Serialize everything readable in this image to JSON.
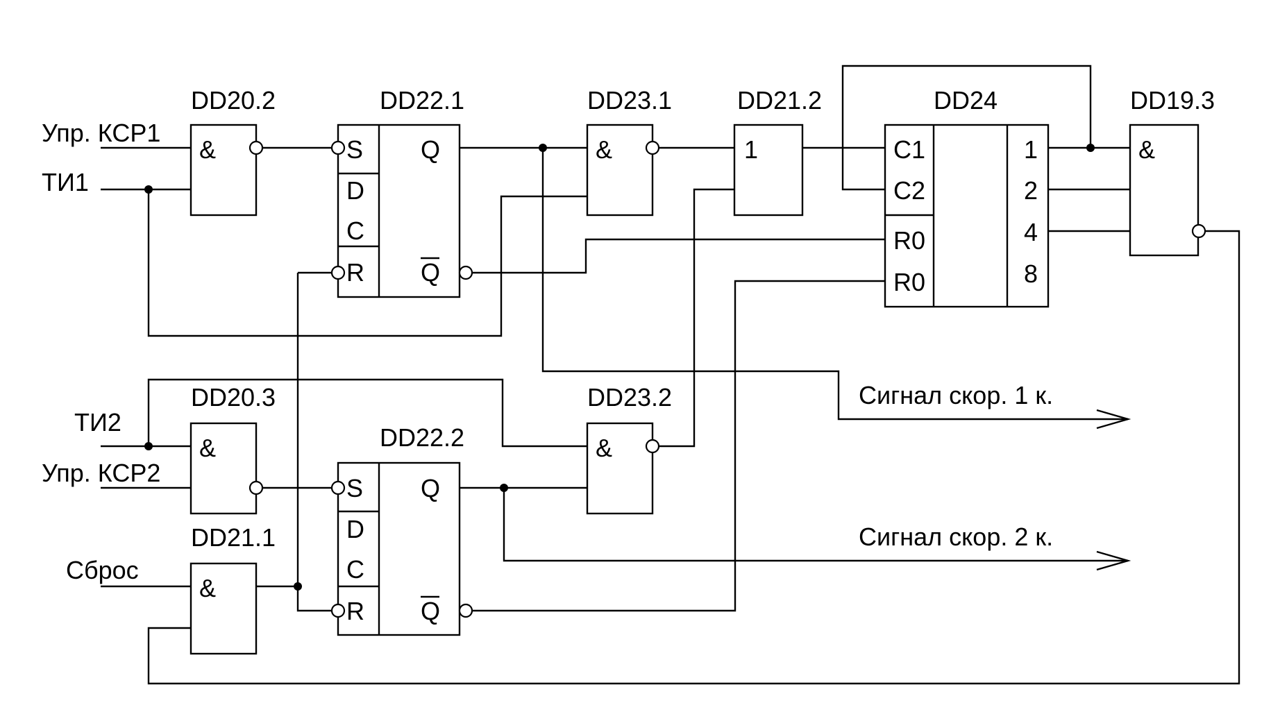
{
  "gates": {
    "dd20_2": {
      "name": "DD20.2",
      "sym": "&"
    },
    "dd20_3": {
      "name": "DD20.3",
      "sym": "&"
    },
    "dd21_1": {
      "name": "DD21.1",
      "sym": "&"
    },
    "dd22_1": {
      "name": "DD22.1",
      "s": "S",
      "d": "D",
      "c": "C",
      "r": "R",
      "q": "Q",
      "nq": "Q"
    },
    "dd22_2": {
      "name": "DD22.2",
      "s": "S",
      "d": "D",
      "c": "C",
      "r": "R",
      "q": "Q",
      "nq": "Q"
    },
    "dd23_1": {
      "name": "DD23.1",
      "sym": "&"
    },
    "dd23_2": {
      "name": "DD23.2",
      "sym": "&"
    },
    "dd21_2": {
      "name": "DD21.2",
      "sym": "1"
    },
    "dd24": {
      "name": "DD24",
      "c1": "C1",
      "c2": "C2",
      "r0a": "R0",
      "r0b": "R0",
      "o1": "1",
      "o2": "2",
      "o4": "4",
      "o8": "8"
    },
    "dd19_3": {
      "name": "DD19.3",
      "sym": "&"
    }
  },
  "inputs": {
    "upr_ksr1": "Упр. КСР1",
    "ti1": "ТИ1",
    "ti2": "ТИ2",
    "upr_ksr2": "Упр. КСР2",
    "sbros": "Сброс"
  },
  "outputs": {
    "signal1": "Сигнал скор. 1 к.",
    "signal2": "Сигнал скор. 2 к."
  }
}
